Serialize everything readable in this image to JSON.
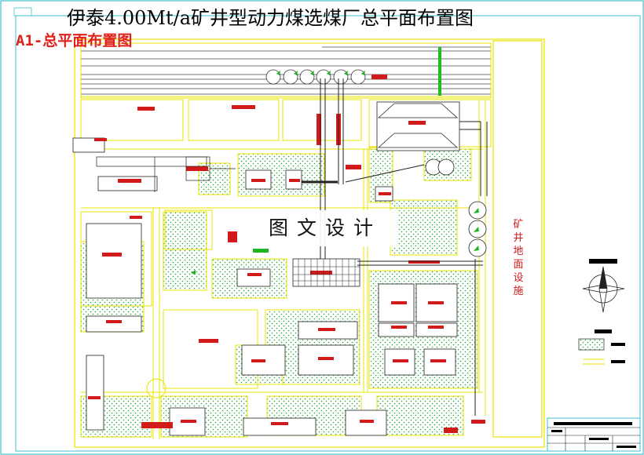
{
  "drawing": {
    "title": "伊泰4.00Mt/a矿井型动力煤选煤厂总平面布置图",
    "subtitle": "A1-总平面布置图",
    "side_label": "矿井地面设施",
    "watermark": "图文设计"
  },
  "colors": {
    "frame": "#3fbfd0",
    "road": "#e8e400",
    "rail": "#444444",
    "building_fill": "#ffffff",
    "building_mark": "#d21a1a",
    "green_area": "#22aa33",
    "green_arrow": "#1db51d",
    "conveyor": "#222222"
  },
  "legend": {
    "items": [
      "north-arrow",
      "greenery-legend",
      "road-legend"
    ]
  }
}
